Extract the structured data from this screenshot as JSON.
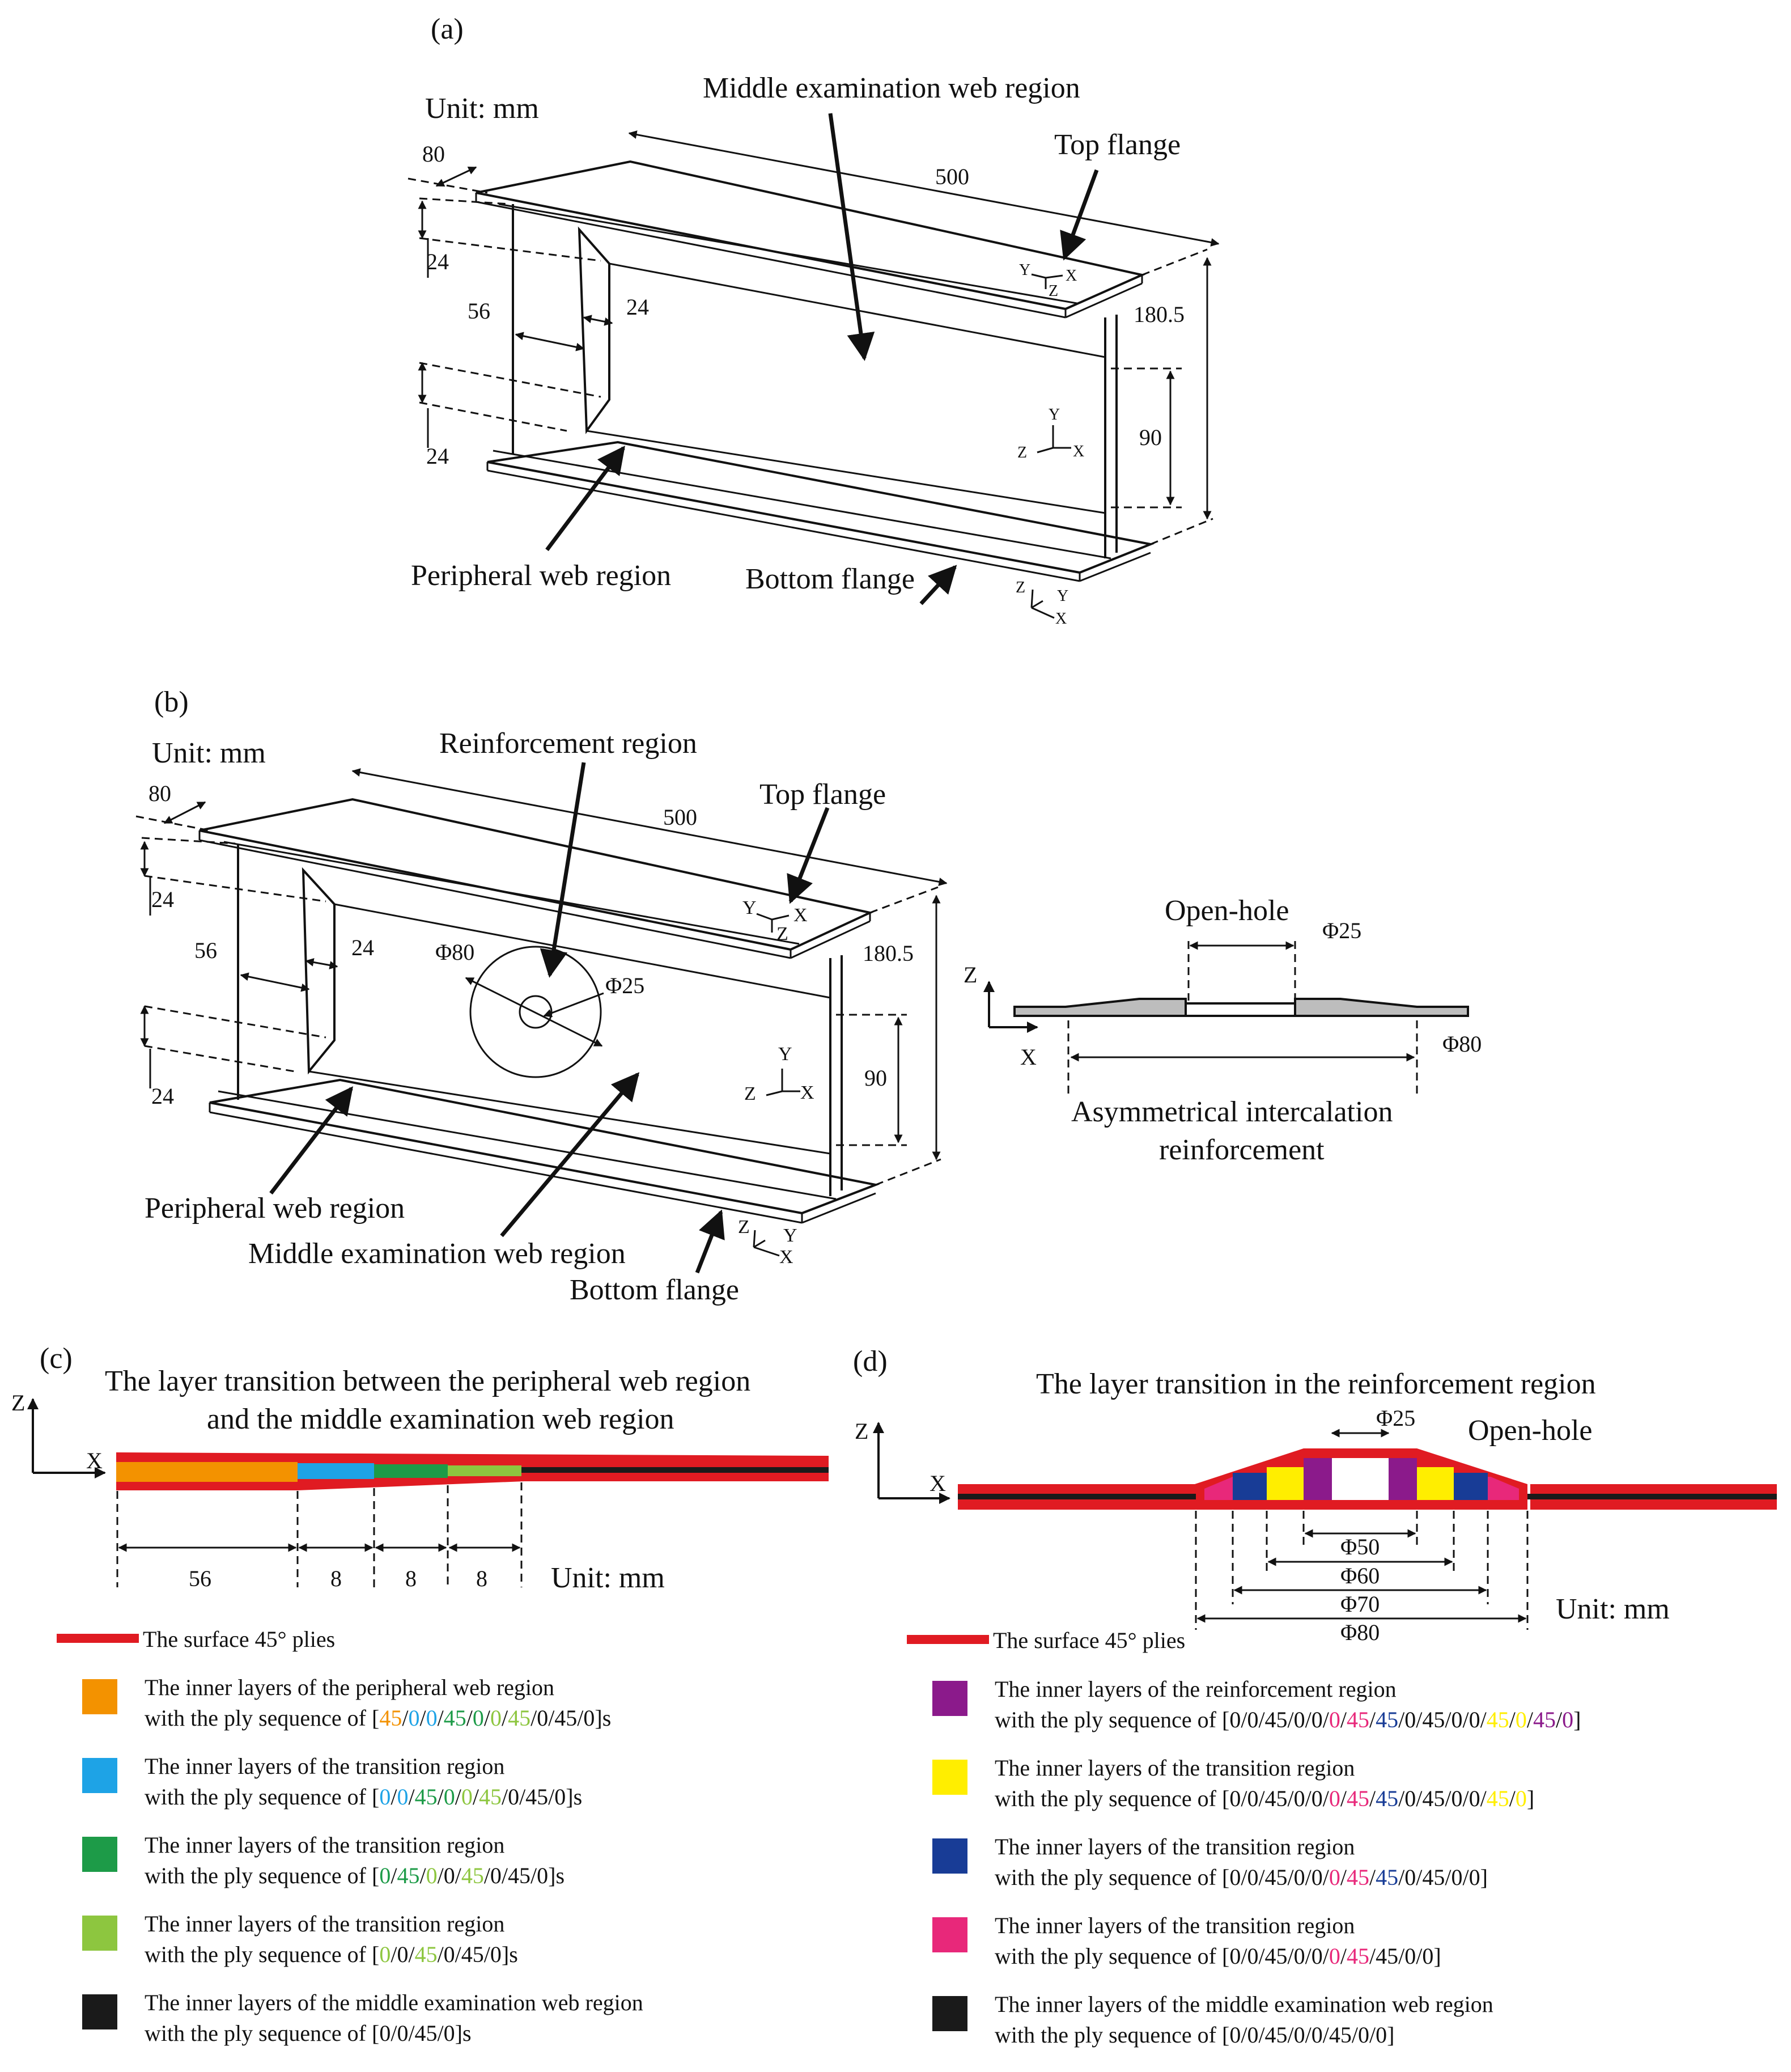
{
  "panel_a": {
    "label": "(a)",
    "unit": "Unit: mm",
    "callouts": {
      "middle": "Middle examination web region",
      "top_flange": "Top flange",
      "peripheral": "Peripheral web region",
      "bottom_flange": "Bottom flange"
    },
    "dims": {
      "d80": "80",
      "d500": "500",
      "d24a": "24",
      "d56": "56",
      "d24b": "24",
      "d24c": "24",
      "d180": "180.5",
      "d90": "90"
    },
    "axes": {
      "y": "Y",
      "x": "X",
      "z": "Z"
    }
  },
  "panel_b": {
    "label": "(b)",
    "unit": "Unit: mm",
    "callouts": {
      "reinforcement": "Reinforcement region",
      "top_flange": "Top flange",
      "peripheral": "Peripheral web region",
      "middle": "Middle examination web region",
      "bottom_flange": "Bottom flange"
    },
    "dims": {
      "d80": "80",
      "d500": "500",
      "d24a": "24",
      "d56": "56",
      "d24b": "24",
      "d24c": "24",
      "d180": "180.5",
      "d90": "90",
      "phi80": "Φ80",
      "phi25": "Φ25"
    },
    "axes": {
      "y": "Y",
      "x": "X",
      "z": "Z"
    },
    "section": {
      "open_hole": "Open-hole",
      "phi25": "Φ25",
      "phi80": "Φ80",
      "caption_line1": "Asymmetrical intercalation",
      "caption_line2": "reinforcement",
      "axis_z": "Z",
      "axis_x": "X"
    }
  },
  "panel_c": {
    "label": "(c)",
    "title_line1": "The layer transition  between the peripheral web region",
    "title_line2": "and the middle examination web region",
    "axis_z": "Z",
    "axis_x": "X",
    "dims": [
      "56",
      "8",
      "8",
      "8"
    ],
    "unit": "Unit: mm"
  },
  "panel_d": {
    "label": "(d)",
    "title": "The layer transition  in the reinforcement region",
    "phi25": "Φ25",
    "open_hole": "Open-hole",
    "axis_z": "Z",
    "axis_x": "X",
    "dims": [
      "Φ50",
      "Φ60",
      "Φ70",
      "Φ80"
    ],
    "unit": "Unit: mm"
  },
  "colors": {
    "surface": "#e01b22",
    "orange": "#f39200",
    "blue": "#1ea3e6",
    "green": "#1d9b48",
    "lime": "#8dc63f",
    "black": "#1a1a1a",
    "purple": "#8b1a8b",
    "yellow": "#ffee00",
    "navy": "#183c96",
    "pink": "#e8287a",
    "grey": "#bdbdbd"
  },
  "legend_left": {
    "surface_label": "The surface 45° plies",
    "items": [
      {
        "color": "#f39200",
        "line1": "The inner layers of the peripheral web region",
        "prefix": "with the ply sequence of [",
        "seq": [
          {
            "t": "45",
            "c": "#f39200"
          },
          {
            "t": "/"
          },
          {
            "t": "0",
            "c": "#1ea3e6"
          },
          {
            "t": "/"
          },
          {
            "t": "0",
            "c": "#1ea3e6"
          },
          {
            "t": "/"
          },
          {
            "t": "45",
            "c": "#1d9b48"
          },
          {
            "t": "/"
          },
          {
            "t": "0",
            "c": "#1d9b48"
          },
          {
            "t": "/"
          },
          {
            "t": "0",
            "c": "#8dc63f"
          },
          {
            "t": "/"
          },
          {
            "t": "45",
            "c": "#8dc63f"
          },
          {
            "t": "/0/45/0"
          }
        ],
        "suffix": "]s"
      },
      {
        "color": "#1ea3e6",
        "line1": "The inner layers of the transition region",
        "prefix": "with the ply sequence of [",
        "seq": [
          {
            "t": "0",
            "c": "#1ea3e6"
          },
          {
            "t": "/"
          },
          {
            "t": "0",
            "c": "#1ea3e6"
          },
          {
            "t": "/"
          },
          {
            "t": "45",
            "c": "#1d9b48"
          },
          {
            "t": "/"
          },
          {
            "t": "0",
            "c": "#1d9b48"
          },
          {
            "t": "/"
          },
          {
            "t": "0",
            "c": "#8dc63f"
          },
          {
            "t": "/"
          },
          {
            "t": "45",
            "c": "#8dc63f"
          },
          {
            "t": "/0/45/0"
          }
        ],
        "suffix": "]s"
      },
      {
        "color": "#1d9b48",
        "line1": "The inner layers of the transition region",
        "prefix": "with the ply sequence of [",
        "seq": [
          {
            "t": "0",
            "c": "#1d9b48"
          },
          {
            "t": "/"
          },
          {
            "t": "45",
            "c": "#1d9b48"
          },
          {
            "t": "/"
          },
          {
            "t": "0",
            "c": "#8dc63f"
          },
          {
            "t": "/0/"
          },
          {
            "t": "45",
            "c": "#8dc63f"
          },
          {
            "t": "/0/45/0"
          }
        ],
        "suffix": "]s"
      },
      {
        "color": "#8dc63f",
        "line1": "The inner layers of the transition region",
        "prefix": "with the ply sequence of [",
        "seq": [
          {
            "t": "0",
            "c": "#8dc63f"
          },
          {
            "t": "/0/"
          },
          {
            "t": "45",
            "c": "#8dc63f"
          },
          {
            "t": "/0/45/0"
          }
        ],
        "suffix": "]s"
      },
      {
        "color": "#1a1a1a",
        "line1": "The inner layers of the middle examination web region",
        "prefix": "with the ply sequence of [",
        "seq": [
          {
            "t": "0/0/45/0"
          }
        ],
        "suffix": "]s"
      }
    ]
  },
  "legend_right": {
    "surface_label": "The surface 45° plies",
    "items": [
      {
        "color": "#8b1a8b",
        "line1": "The inner layers of the reinforcement region",
        "prefix": "with the ply sequence of [",
        "seq": [
          {
            "t": "0/0/45/0/0/"
          },
          {
            "t": "0",
            "c": "#e8287a"
          },
          {
            "t": "/"
          },
          {
            "t": "45",
            "c": "#e8287a"
          },
          {
            "t": "/"
          },
          {
            "t": "45",
            "c": "#183c96"
          },
          {
            "t": "/0/45/0/0/"
          },
          {
            "t": "45",
            "c": "#ffee00"
          },
          {
            "t": "/"
          },
          {
            "t": "0",
            "c": "#ffee00"
          },
          {
            "t": "/"
          },
          {
            "t": "45",
            "c": "#8b1a8b"
          },
          {
            "t": "/"
          },
          {
            "t": "0",
            "c": "#8b1a8b"
          }
        ],
        "suffix": "]"
      },
      {
        "color": "#ffee00",
        "line1": "The inner layers of the transition region",
        "prefix": "with the ply sequence of [",
        "seq": [
          {
            "t": "0/0/45/0/0/"
          },
          {
            "t": "0",
            "c": "#e8287a"
          },
          {
            "t": "/"
          },
          {
            "t": "45",
            "c": "#e8287a"
          },
          {
            "t": "/"
          },
          {
            "t": "45",
            "c": "#183c96"
          },
          {
            "t": "/0/45/0/0/"
          },
          {
            "t": "45",
            "c": "#ffee00"
          },
          {
            "t": "/"
          },
          {
            "t": "0",
            "c": "#ffee00"
          }
        ],
        "suffix": "]"
      },
      {
        "color": "#183c96",
        "line1": "The inner layers of the transition region",
        "prefix": "with the ply sequence of [",
        "seq": [
          {
            "t": "0/0/45/0/0/"
          },
          {
            "t": "0",
            "c": "#e8287a"
          },
          {
            "t": "/"
          },
          {
            "t": "45",
            "c": "#e8287a"
          },
          {
            "t": "/"
          },
          {
            "t": "45",
            "c": "#183c96"
          },
          {
            "t": "/0/45/0/0"
          }
        ],
        "suffix": "]"
      },
      {
        "color": "#e8287a",
        "line1": "The inner layers of the transition region",
        "prefix": "with the ply sequence of [",
        "seq": [
          {
            "t": "0/0/45/0/0/"
          },
          {
            "t": "0",
            "c": "#e8287a"
          },
          {
            "t": "/"
          },
          {
            "t": "45",
            "c": "#e8287a"
          },
          {
            "t": "/45/0/0"
          }
        ],
        "suffix": "]"
      },
      {
        "color": "#1a1a1a",
        "line1": "The inner layers of the middle examination web region",
        "prefix": "with the ply sequence of [",
        "seq": [
          {
            "t": "0/0/45/0/0/45/0/0"
          }
        ],
        "suffix": "]"
      }
    ]
  }
}
